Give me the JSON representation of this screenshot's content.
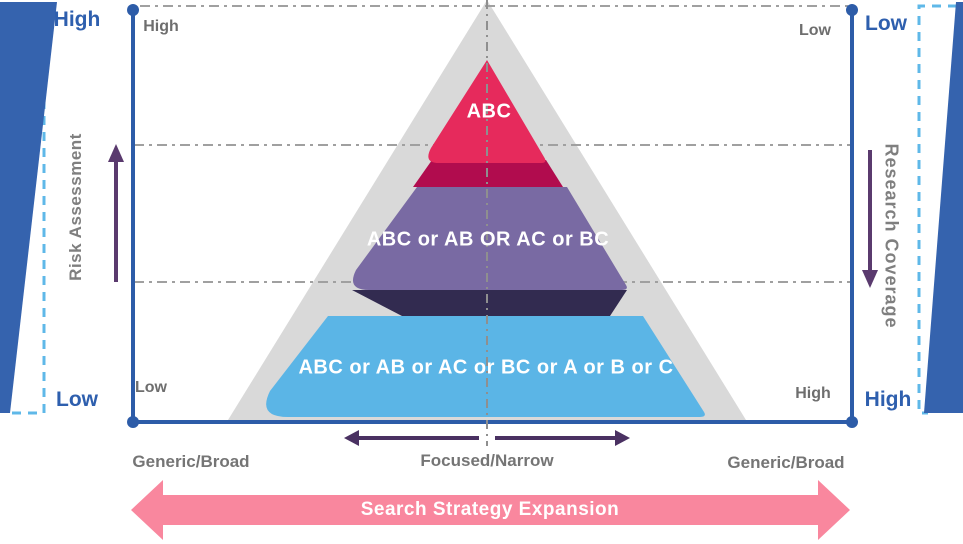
{
  "axes": {
    "left": {
      "title": "Risk Assessment",
      "outer_top": "High",
      "inner_top": "High",
      "inner_bottom": "Low",
      "outer_bottom": "Low"
    },
    "right": {
      "title": "Research Coverage",
      "outer_top": "Low",
      "inner_top": "Low",
      "inner_bottom": "High",
      "outer_bottom": "High"
    },
    "bottom": {
      "left_label": "Generic/Broad",
      "center_label": "Focused/Narrow",
      "right_label": "Generic/Broad"
    }
  },
  "pyramid": {
    "layers": [
      {
        "label": "ABC",
        "color": "#e62a5c",
        "shadow_color": "#b10c4e"
      },
      {
        "label": "ABC or AB OR AC or BC",
        "color": "#796aa3",
        "shadow_color": "#322b50"
      },
      {
        "label": "ABC or AB or AC or BC or A or B or C",
        "color": "#5bb5e6"
      }
    ],
    "outline_color": "#d9d9d9"
  },
  "expansion_arrow": {
    "label": "Search Strategy Expansion",
    "color": "#f9879e"
  },
  "colors": {
    "axis_blue": "#2d5ca8",
    "wedge_blue": "#3563ae",
    "dashed_cyan": "#5fb8e8",
    "grid_gray": "#a0a0a0",
    "center_line_gray": "#8f8f8f",
    "arrow_purple": "#5a3a6e",
    "small_arrow_purple": "#4a3162",
    "label_gray": "#6e6e6e",
    "label_blue": "#2e5fae"
  }
}
